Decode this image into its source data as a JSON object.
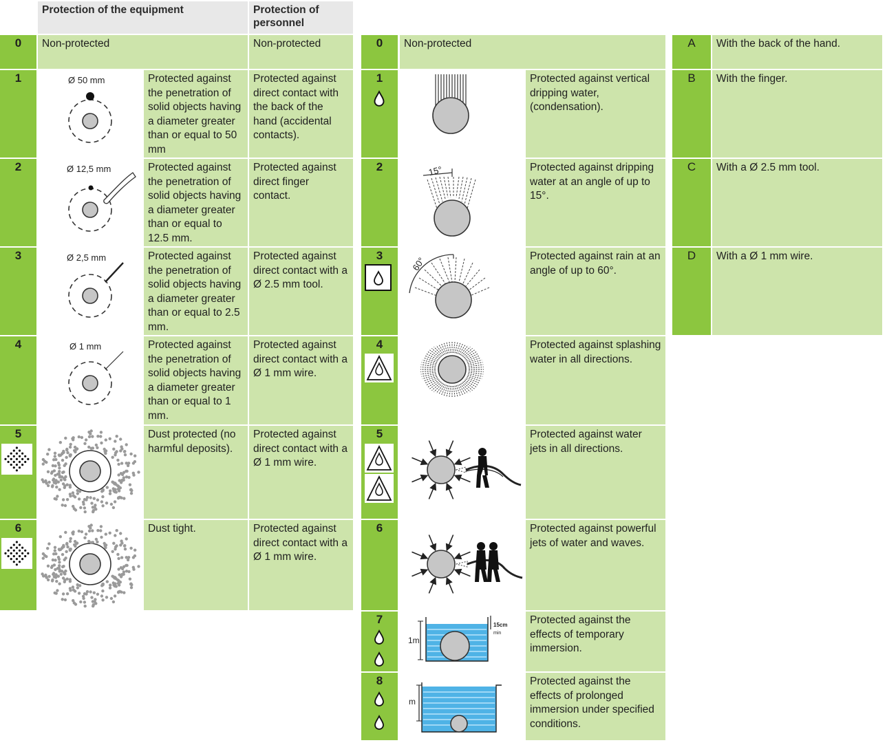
{
  "headers": {
    "equipment": "Protection of the equipment",
    "personnel": "Protection of personnel"
  },
  "solids": [
    {
      "num": "0",
      "equipment": "Non-protected",
      "personnel": "Non-protected"
    },
    {
      "num": "1",
      "diameter": "Ø 50 mm",
      "equipment": "Protected against the penetration of solid objects having a diameter greater than or equal to 50 mm",
      "personnel": "Protected against direct contact with the back of the hand (accidental contacts)."
    },
    {
      "num": "2",
      "diameter": "Ø 12,5 mm",
      "equipment": "Protected against the penetration of solid objects having a diameter greater than or equal to 12.5 mm.",
      "personnel": "Protected against direct finger contact."
    },
    {
      "num": "3",
      "diameter": "Ø 2,5 mm",
      "equipment": "Protected against the penetration of solid objects having a diameter greater than or equal to 2.5 mm.",
      "personnel": "Protected against direct contact with a Ø 2.5 mm tool."
    },
    {
      "num": "4",
      "diameter": "Ø 1 mm",
      "equipment": "Protected against the penetration of solid objects having a diameter greater than or equal to 1 mm.",
      "personnel": "Protected against direct contact with a Ø 1 mm wire."
    },
    {
      "num": "5",
      "equipment": "Dust protected (no harmful deposits).",
      "personnel": "Protected against direct contact with a Ø 1 mm wire."
    },
    {
      "num": "6",
      "equipment": "Dust tight.",
      "personnel": "Protected against direct contact with a Ø 1 mm wire."
    }
  ],
  "water": [
    {
      "num": "0",
      "text": "Non-protected"
    },
    {
      "num": "1",
      "text": "Protected against vertical dripping water, (condensation)."
    },
    {
      "num": "2",
      "angle": "15°",
      "text": "Protected against dripping water at an angle of up to 15°."
    },
    {
      "num": "3",
      "angle": "60°",
      "text": "Protected against rain at an angle of up to 60°."
    },
    {
      "num": "4",
      "text": "Protected against splashing water in all directions."
    },
    {
      "num": "5",
      "text": "Protected against water jets in all directions."
    },
    {
      "num": "6",
      "text": "Protected against powerful jets of water and waves."
    },
    {
      "num": "7",
      "depth": "1m",
      "min_label": "15cm",
      "min_sub": "min",
      "text": "Protected against the effects of temporary immersion."
    },
    {
      "num": "8",
      "depth": "m",
      "text": "Protected against the effects of prolonged immersion under specified conditions."
    }
  ],
  "letters": [
    {
      "letter": "A",
      "text": "With the back of the hand."
    },
    {
      "letter": "B",
      "text": "With the finger."
    },
    {
      "letter": "C",
      "text": "With a Ø 2.5 mm tool."
    },
    {
      "letter": "D",
      "text": "With a Ø 1 mm wire."
    }
  ],
  "colors": {
    "light_green": "#cde4ab",
    "dark_green": "#8cc63f",
    "header_gray": "#e8e8e8",
    "water_blue": "#4fb3e6"
  }
}
